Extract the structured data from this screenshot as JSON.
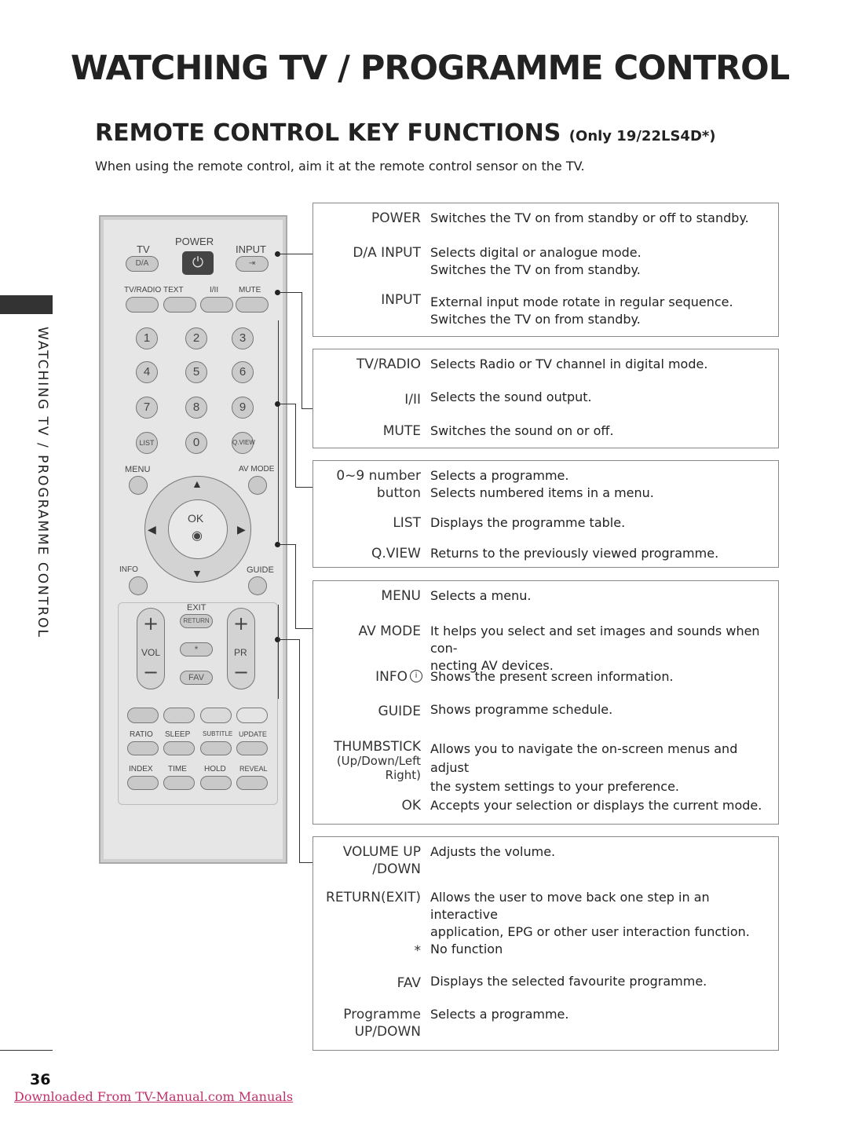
{
  "header": {
    "title": "WATCHING TV / PROGRAMME CONTROL",
    "subtitle": "REMOTE CONTROL KEY FUNCTIONS",
    "subtitle_note": "(Only 19/22LS4D*)",
    "intro": "When using the remote control, aim it at the remote control sensor on the TV."
  },
  "side_label": "WATCHING TV / PROGRAMME CONTROL",
  "remote": {
    "power": "POWER",
    "tv": "TV",
    "da": "D/A",
    "input": "INPUT",
    "tvradio": "TV/RADIO",
    "text": "TEXT",
    "i_ii": "I/II",
    "mute": "MUTE",
    "digits": [
      "1",
      "2",
      "3",
      "4",
      "5",
      "6",
      "7",
      "8",
      "9"
    ],
    "list": "LIST",
    "zero": "0",
    "qview": "Q.VIEW",
    "menu": "MENU",
    "avmode": "AV MODE",
    "ok": "OK",
    "info": "INFO",
    "guide": "GUIDE",
    "exit": "EXIT",
    "return": "RETURN",
    "vol": "VOL",
    "star": "*",
    "pr": "PR",
    "fav": "FAV",
    "plus": "+",
    "minus": "−",
    "ratio": "RATIO",
    "sleep": "SLEEP",
    "subtitle": "SUBTITLE",
    "update": "UPDATE",
    "index": "INDEX",
    "time": "TIME",
    "hold": "HOLD",
    "reveal": "REVEAL"
  },
  "boxes": [
    {
      "rows": [
        {
          "key": "POWER",
          "desc": "Switches the TV on from standby or off to standby."
        },
        {
          "key": "D/A INPUT",
          "desc": "Selects digital or analogue mode.",
          "desc2": "Switches the TV on from standby."
        },
        {
          "key": "INPUT",
          "desc": "External input mode rotate in regular sequence.",
          "desc2": "Switches the TV on from standby."
        }
      ]
    },
    {
      "rows": [
        {
          "key": "TV/RADIO",
          "desc": "Selects Radio or TV channel in digital mode."
        },
        {
          "key": "I/II",
          "desc": "Selects the sound output."
        },
        {
          "key": "MUTE",
          "desc": "Switches the sound on or off."
        }
      ]
    },
    {
      "rows": [
        {
          "key": "0~9 number",
          "key2": "button",
          "desc": "Selects a programme.",
          "desc2": "Selects numbered items in a menu."
        },
        {
          "key": "LIST",
          "desc": "Displays the programme table."
        },
        {
          "key": "Q.VIEW",
          "desc": "Returns to the previously viewed programme."
        }
      ]
    },
    {
      "rows": [
        {
          "key": "MENU",
          "desc": "Selects a menu."
        },
        {
          "key": "AV MODE",
          "desc": "It helps you select and set images and sounds when con-",
          "desc2": "necting AV devices."
        },
        {
          "key": "INFO",
          "desc": "Shows the present screen information."
        },
        {
          "key": "GUIDE",
          "desc": "Shows programme schedule."
        },
        {
          "key": "THUMBSTICK",
          "key2": "(Up/Down/Left",
          "key3": "Right)",
          "desc": "Allows you to navigate the on-screen menus and adjust",
          "desc2": "the system settings to your preference."
        },
        {
          "key": "OK",
          "desc": "Accepts your selection or displays the current mode."
        }
      ]
    },
    {
      "rows": [
        {
          "key": "VOLUME UP",
          "key2": "/DOWN",
          "desc": "Adjusts the volume."
        },
        {
          "key": "RETURN(EXIT)",
          "desc": "Allows the user to move back one step in an interactive",
          "desc2": "application, EPG or other user interaction function."
        },
        {
          "key": "*",
          "desc": "No function"
        },
        {
          "key": "FAV",
          "desc": "Displays the selected favourite programme."
        },
        {
          "key": "Programme",
          "key2": "UP/DOWN",
          "desc": "Selects a programme."
        }
      ]
    }
  ],
  "page_number": "36",
  "footer_link": "Downloaded From TV-Manual.com Manuals",
  "colors": {
    "text": "#222222",
    "remote_body": "#cfcfcf",
    "footer_link": "#c0306a"
  }
}
